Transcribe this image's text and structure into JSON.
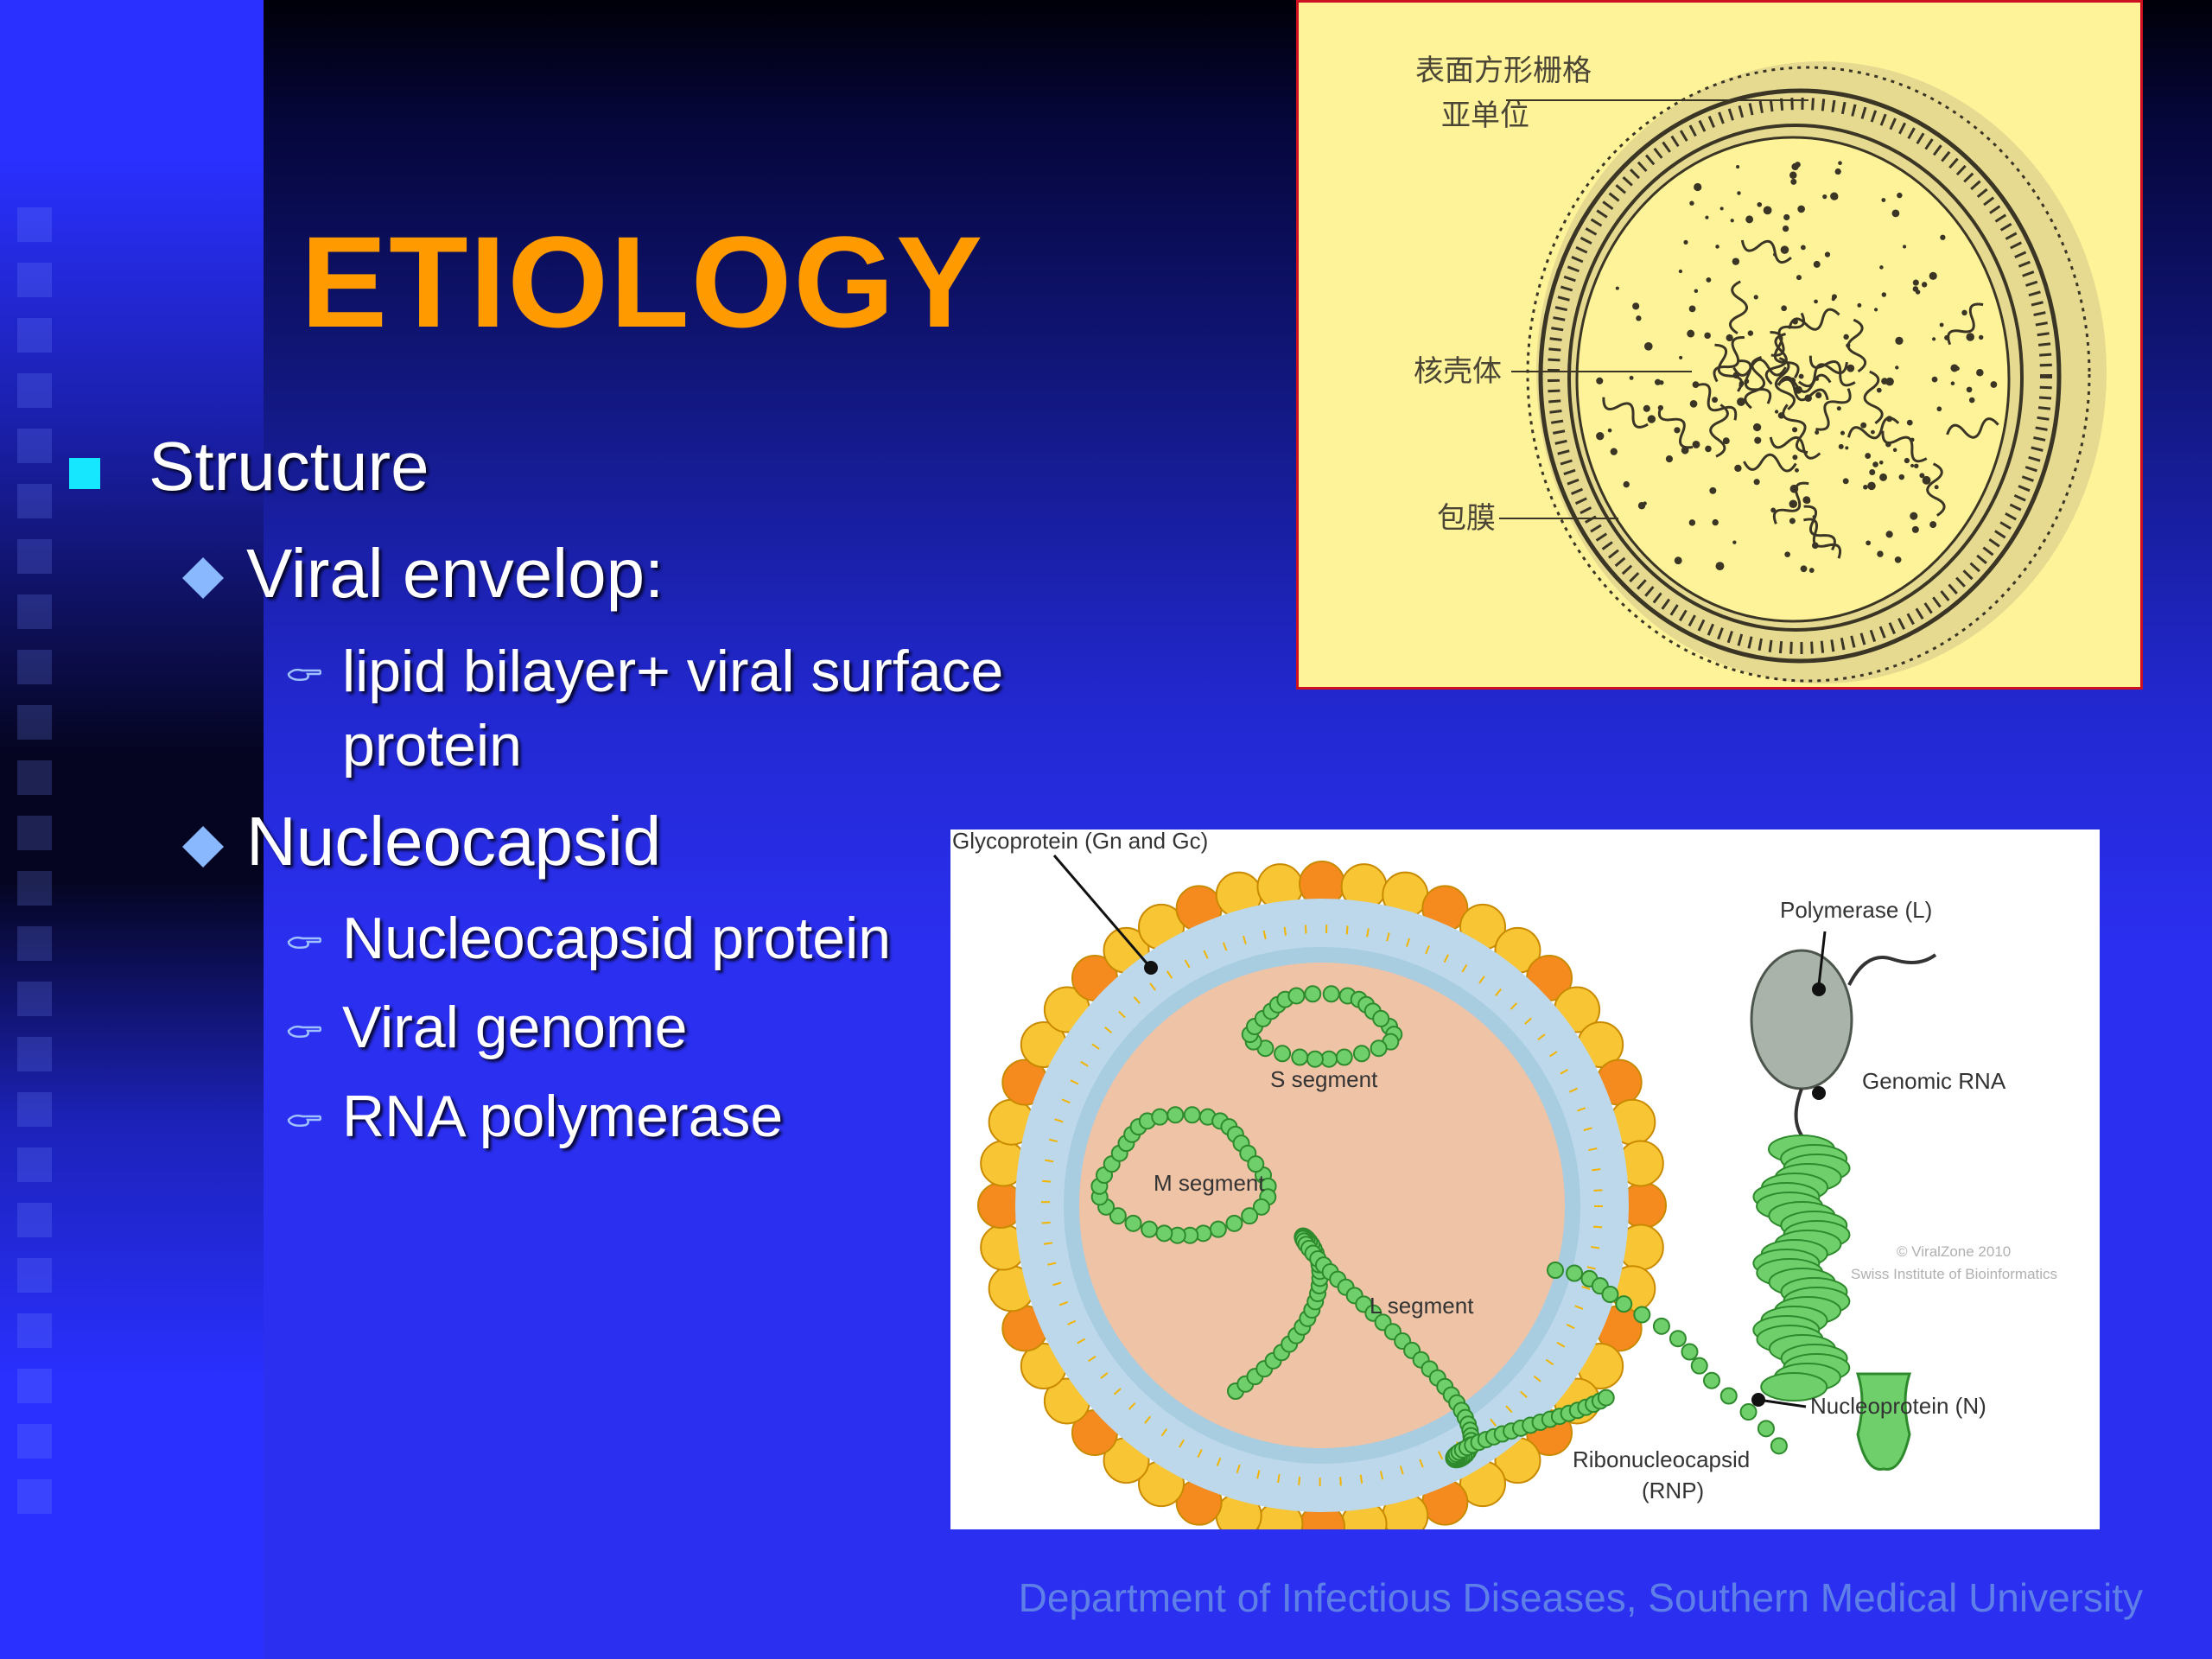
{
  "slide": {
    "title": "ETIOLOGY",
    "bullets": {
      "structure": "Structure",
      "viral_envelop": "Viral envelop:",
      "envelop_detail_line1": "lipid bilayer+ viral surface",
      "envelop_detail_line2": "protein",
      "nucleocapsid": "Nucleocapsid",
      "nucleocapsid_items": [
        "Nucleocapsid protein",
        "Viral genome",
        "RNA polymerase"
      ]
    },
    "footer": "Department of Infectious Diseases, Southern Medical University"
  },
  "figure_top": {
    "label_surface_line1": "表面方形栅格",
    "label_surface_line2": "亚单位",
    "label_nucleocapsid": "核壳体",
    "label_envelope": "包膜"
  },
  "figure_bottom": {
    "glycoprotein": "Glycoprotein (Gn and Gc)",
    "polymerase": "Polymerase (L)",
    "s_segment": "S segment",
    "m_segment": "M segment",
    "l_segment": "L segment",
    "genomic_rna": "Genomic RNA",
    "copyright_line1": "© ViralZone 2010",
    "copyright_line2": "Swiss Institute of Bioinformatics",
    "nucleoprotein": "Nucleoprotein (N)",
    "rnp_line1": "Ribonucleocapsid",
    "rnp_line2": "(RNP)"
  },
  "colors": {
    "title": "#ff9a00",
    "background": "#2b2ff0",
    "level1_bullet": "#17e6ff",
    "level2_bullet": "#8ab8ff",
    "footer": "#5f7fe8"
  },
  "icons": {
    "level1_bullet": "square-bullet-icon",
    "level2_bullet": "diamond-bullet-icon",
    "level3_bullet": "pointing-hand-icon"
  }
}
